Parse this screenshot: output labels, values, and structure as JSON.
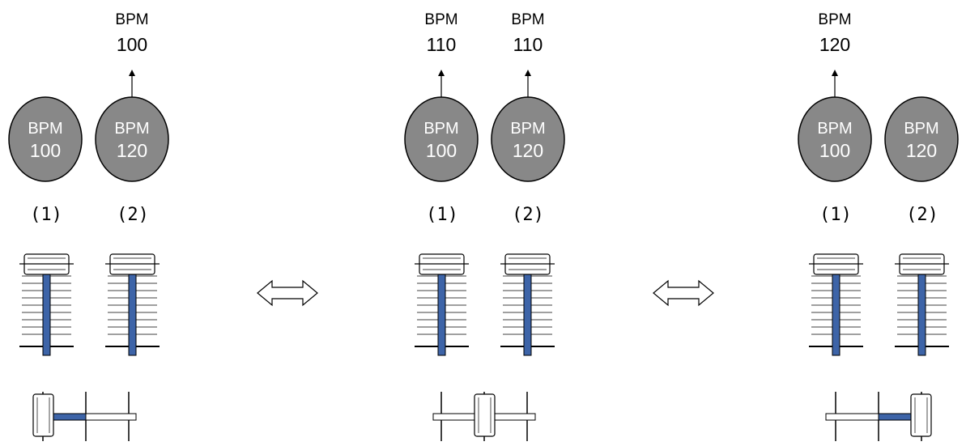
{
  "panels": [
    {
      "output": [
        {
          "label": "BPM",
          "value": "100"
        }
      ],
      "decks": [
        {
          "label": "BPM",
          "value": "100",
          "number": "(1)"
        },
        {
          "label": "BPM",
          "value": "120",
          "number": "(2)"
        }
      ],
      "crossfader_position": 0.0
    },
    {
      "output": [
        {
          "label": "BPM",
          "value": "110"
        },
        {
          "label": "BPM",
          "value": "110"
        }
      ],
      "decks": [
        {
          "label": "BPM",
          "value": "100",
          "number": "(1)"
        },
        {
          "label": "BPM",
          "value": "120",
          "number": "(2)"
        }
      ],
      "crossfader_position": 0.5
    },
    {
      "output": [
        {
          "label": "BPM",
          "value": "120"
        }
      ],
      "decks": [
        {
          "label": "BPM",
          "value": "100",
          "number": "(1)"
        },
        {
          "label": "BPM",
          "value": "120",
          "number": "(2)"
        }
      ],
      "crossfader_position": 1.0
    }
  ],
  "channel_fader_level": 1.0,
  "colors": {
    "disc_fill": "#888888",
    "disc_text": "#ffffff",
    "fader_track": "#3d64a8",
    "line": "#000000"
  }
}
